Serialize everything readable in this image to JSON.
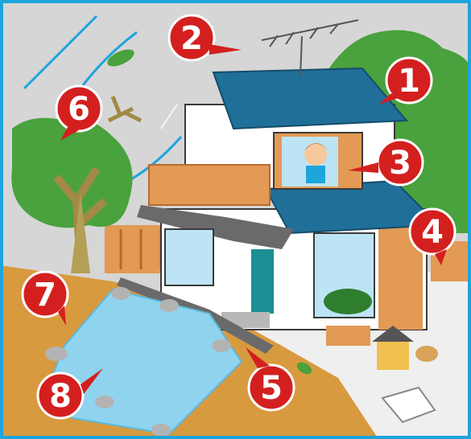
{
  "markers": [
    {
      "number": "1",
      "target": "roof"
    },
    {
      "number": "2",
      "target": "tv-antenna"
    },
    {
      "number": "3",
      "target": "window-shutter"
    },
    {
      "number": "4",
      "target": "exterior-wall"
    },
    {
      "number": "5",
      "target": "drainage-ditch"
    },
    {
      "number": "6",
      "target": "tree"
    },
    {
      "number": "7",
      "target": "slope"
    },
    {
      "number": "8",
      "target": "blue-tarp"
    }
  ],
  "colors": {
    "frame": "#1ea5dc",
    "sky": "#d6d6d6",
    "hill": "#49a23d",
    "roof": "#1f6f98",
    "marker": "#d41f1f",
    "ground": "#d89a3f",
    "tarp": "#8fd3ee",
    "wood": "#e29a55",
    "wall": "#ffffff"
  }
}
